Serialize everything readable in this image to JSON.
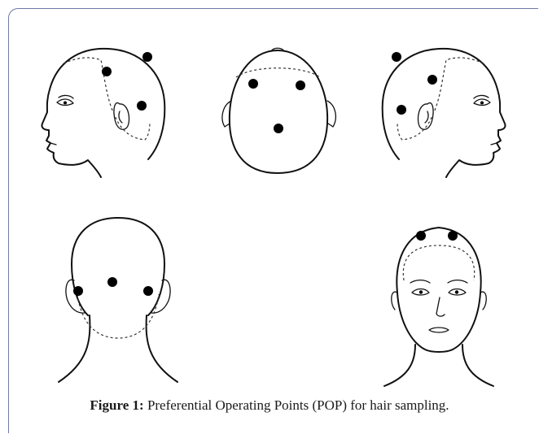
{
  "caption": {
    "label": "Figure 1:",
    "text": " Preferential Operating Points (POP) for hair sampling."
  },
  "views": [
    {
      "id": "left-profile",
      "sampling_points": 3
    },
    {
      "id": "top",
      "sampling_points": 3
    },
    {
      "id": "right-profile",
      "sampling_points": 3
    },
    {
      "id": "back",
      "sampling_points": 3
    },
    {
      "id": "front",
      "sampling_points": 2
    }
  ],
  "colors": {
    "frame": "#6f79a8",
    "line": "#111111",
    "dot": "#000000"
  }
}
